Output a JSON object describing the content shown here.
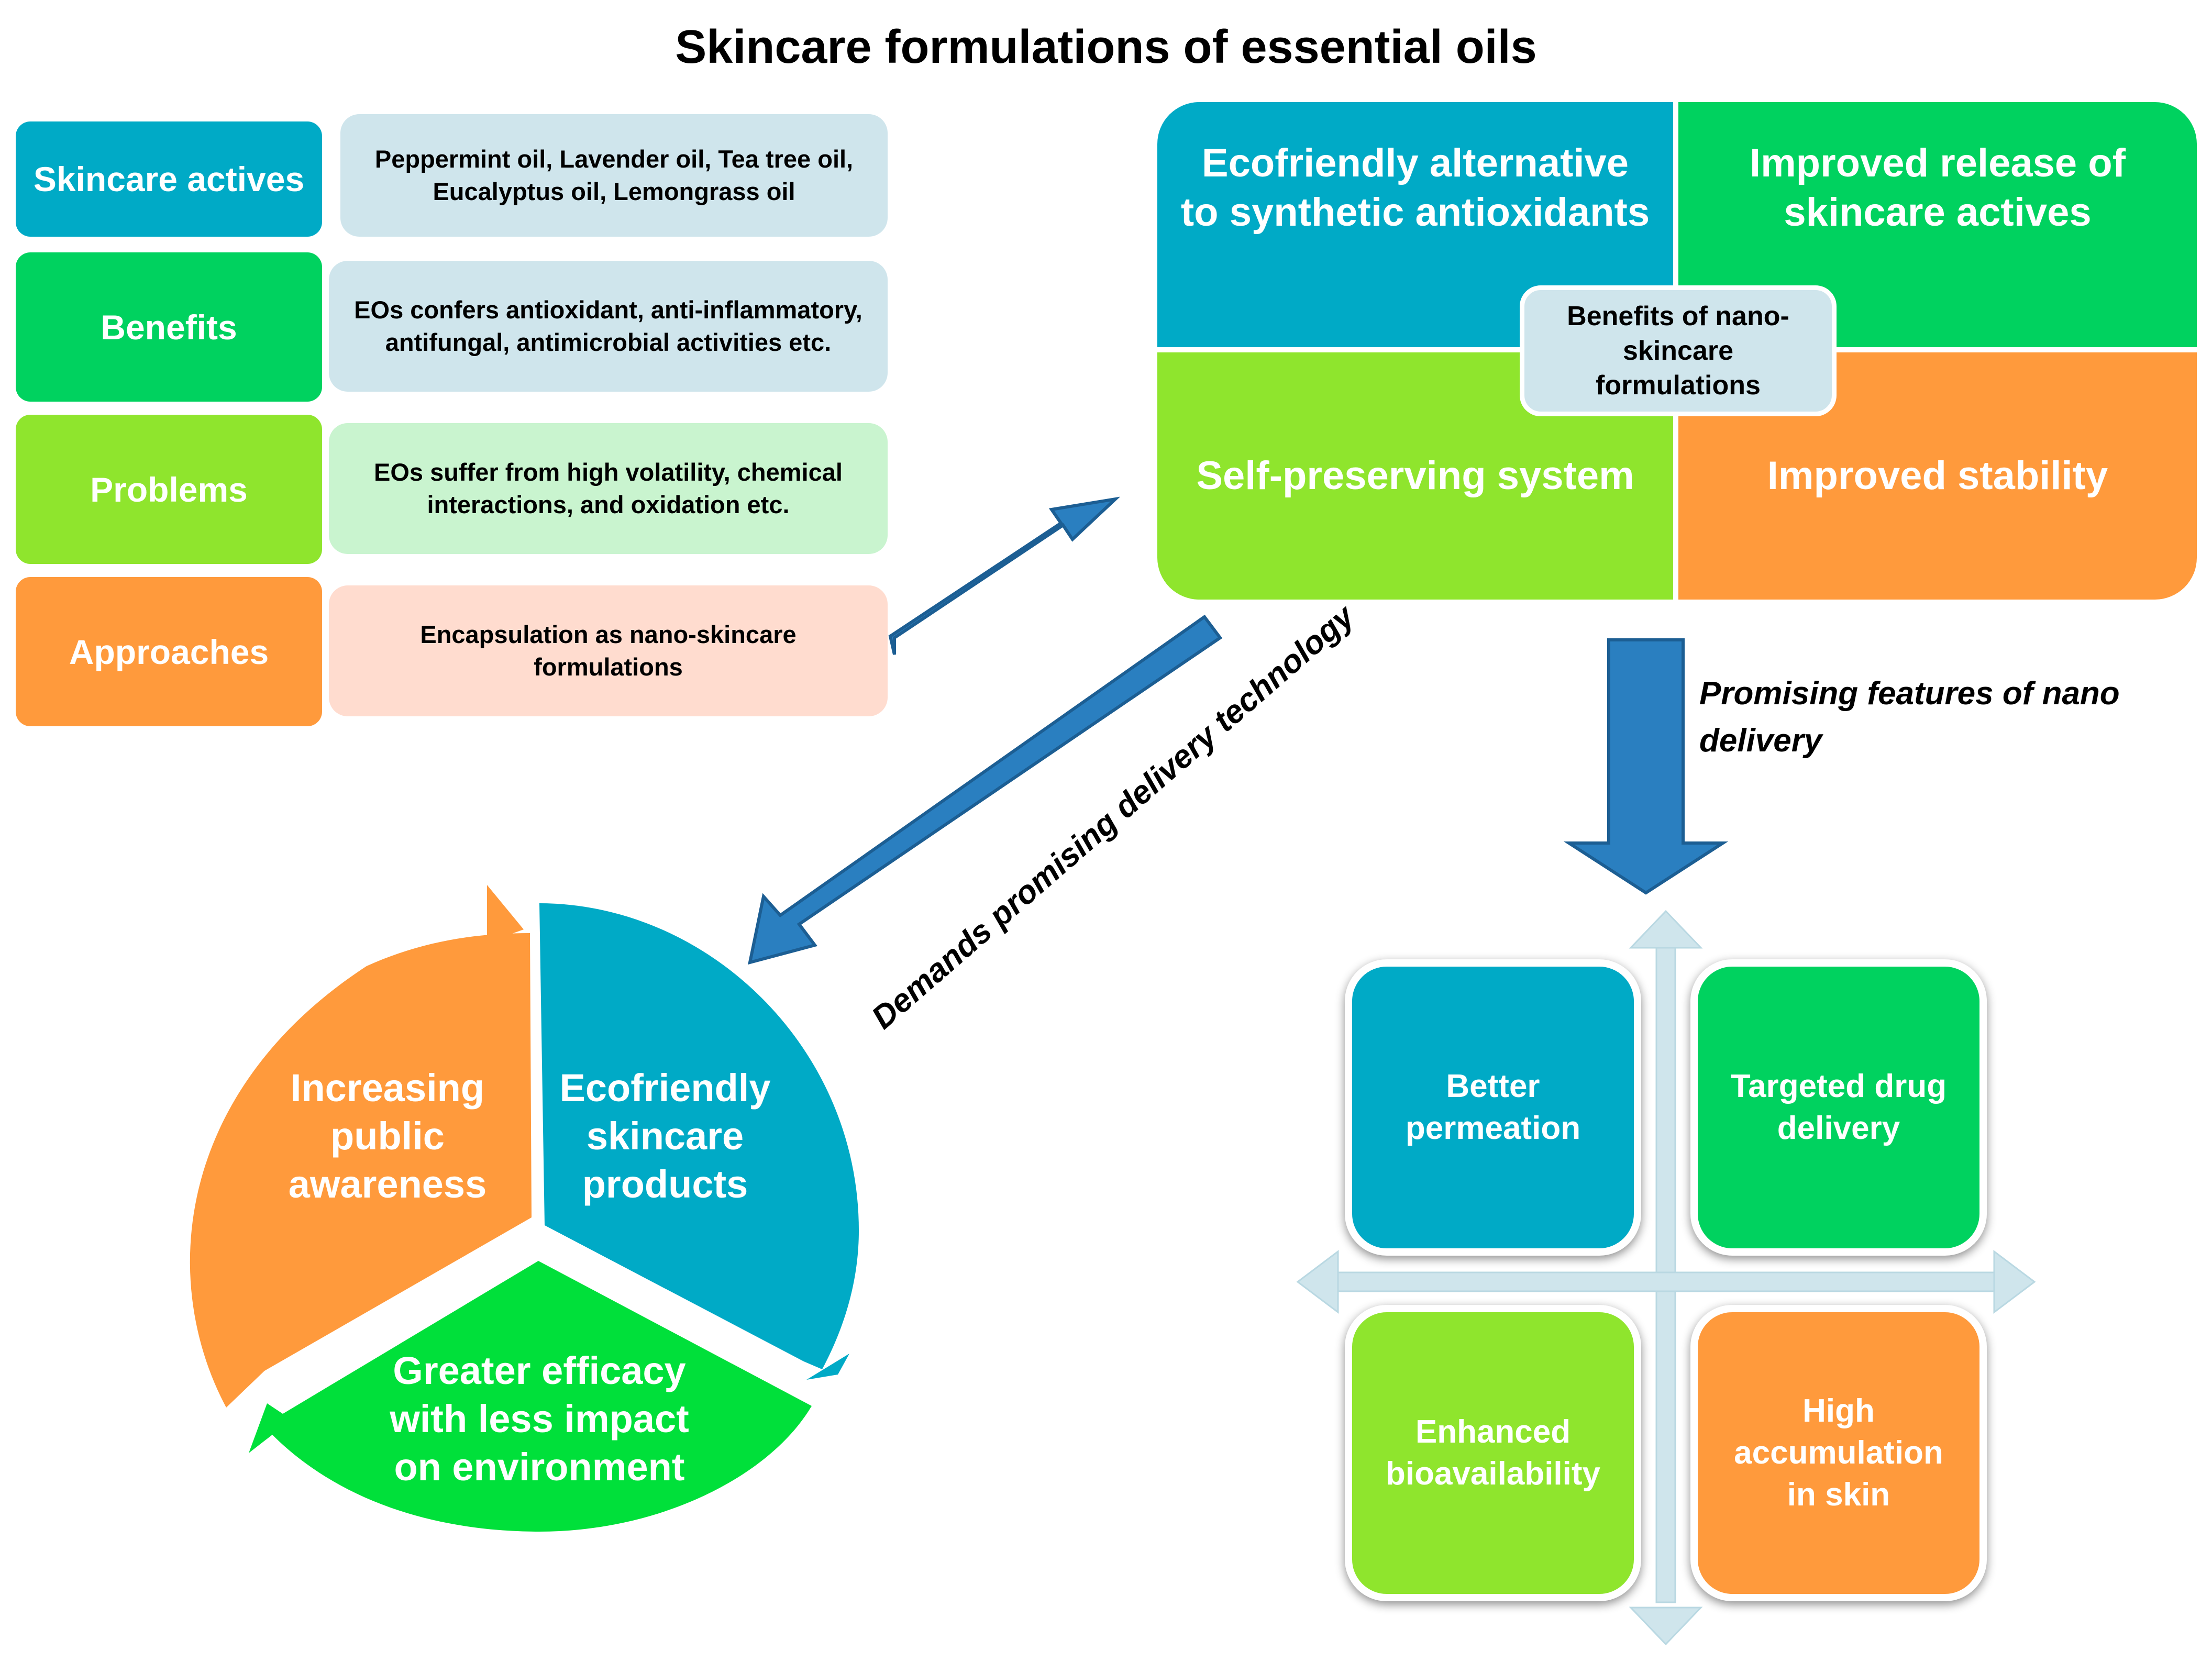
{
  "title": "Skincare formulations of essential oils",
  "rows": [
    {
      "label": "Skincare actives",
      "detail": "Peppermint oil, Lavender oil, Tea tree oil,\nEucalyptus oil, Lemongrass oil",
      "color": "#00aac6",
      "detail_color": "#cfe5ec"
    },
    {
      "label": "Benefits",
      "detail": "EOs confers antioxidant, anti-inflammatory,\nantifungal, antimicrobial activities etc.",
      "color": "#00d25f",
      "detail_color": "#cfe5ec"
    },
    {
      "label": "Problems",
      "detail": "EOs suffer from high volatility, chemical\ninteractions, and oxidation etc.",
      "color": "#8fe52d",
      "detail_color": "#c9f4cf"
    },
    {
      "label": "Approaches",
      "detail": "Encapsulation as nano-skincare\nformulations",
      "color": "#ff9a3c",
      "detail_color": "#ffdccf"
    }
  ],
  "benefits_panel": {
    "center": "Benefits of nano-\nskincare\nformulations",
    "quadrants": [
      {
        "text": "Ecofriendly alternative\nto synthetic antioxidants",
        "color": "#00aac6"
      },
      {
        "text": "Improved release of\nskincare actives",
        "color": "#00d25f"
      },
      {
        "text": "Self-preserving system",
        "color": "#8fe52d"
      },
      {
        "text": "Improved stability",
        "color": "#ff9a3c"
      }
    ]
  },
  "arrow_labels": {
    "promising": "Promising features of nano\ndelivery",
    "demands": "Demands promising delivery technology"
  },
  "features": [
    {
      "text": "Better\npermeation",
      "color": "#00aac6"
    },
    {
      "text": "Targeted drug\ndelivery",
      "color": "#00d25f"
    },
    {
      "text": "Enhanced\nbioavailability",
      "color": "#8fe52d"
    },
    {
      "text": "High\naccumulation\nin skin",
      "color": "#ff9a3c"
    }
  ],
  "cycle": [
    {
      "text": "Increasing\npublic\nawareness",
      "color": "#ff9a3c"
    },
    {
      "text": "Ecofriendly\nskincare\nproducts",
      "color": "#00aac6"
    },
    {
      "text": "Greater efficacy\nwith less impact\non environment",
      "color": "#00e03a"
    }
  ],
  "colors": {
    "arrow_blue": "#2a7fc0",
    "arrow_blue_edge": "#1c5e93",
    "axis": "#cfe5ec"
  }
}
